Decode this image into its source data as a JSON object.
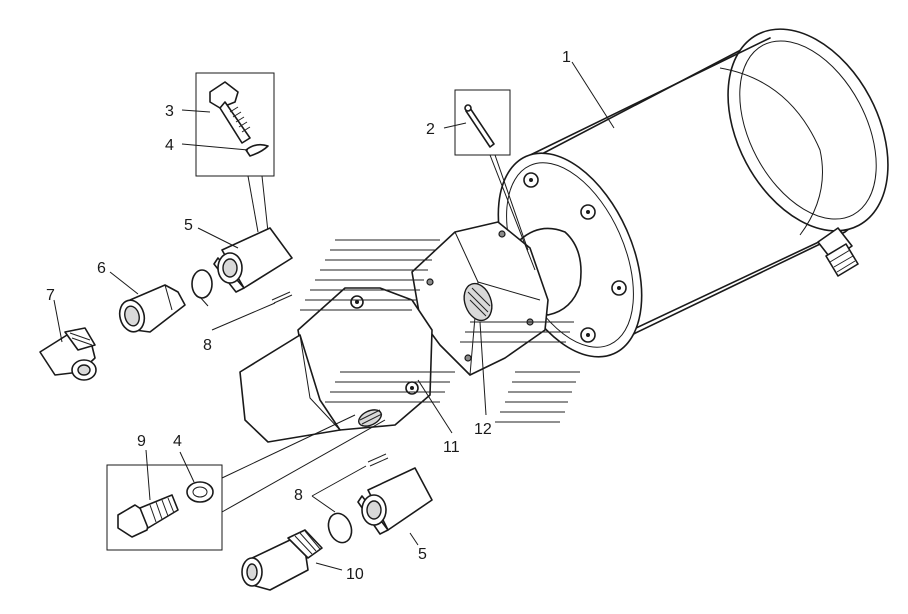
{
  "labels": {
    "p1": "1",
    "p2": "2",
    "p3": "3",
    "p4a": "4",
    "p4b": "4",
    "p5a": "5",
    "p5b": "5",
    "p6": "6",
    "p7": "7",
    "p8a": "8",
    "p8b": "8",
    "p9": "9",
    "p10": "10",
    "p11": "11",
    "p12": "12"
  }
}
